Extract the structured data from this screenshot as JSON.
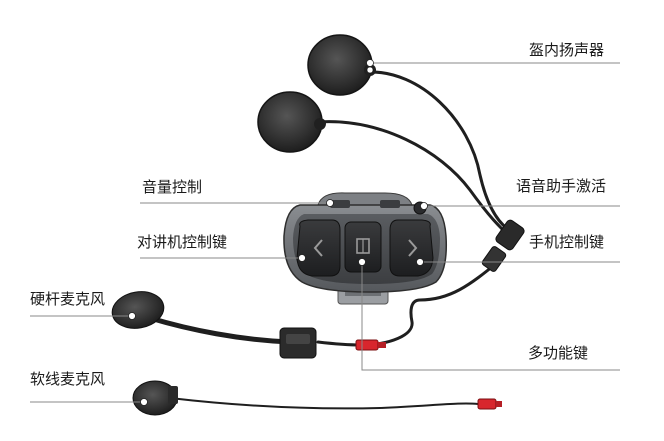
{
  "labels": {
    "helmet_speakers": "盔内扬声器",
    "volume_control": "音量控制",
    "voice_assistant": "语音助手激活",
    "intercom_key": "对讲机控制键",
    "phone_key": "手机控制键",
    "boom_mic": "硬杆麦克风",
    "multifunction_key": "多功能键",
    "wired_mic": "软线麦克风"
  },
  "icons": {
    "left_button": "chevron-left",
    "right_button": "chevron-right",
    "center_button": "square-glyph"
  },
  "colors": {
    "device_body": "#6c6f73",
    "device_face": "#4a4d51",
    "button": "#2a2b2d",
    "foam": "#3a3a3a",
    "cable": "#222222",
    "connector_red": "#d8262d",
    "leader_line": "#888888",
    "marker_dot": "#ffffff"
  }
}
